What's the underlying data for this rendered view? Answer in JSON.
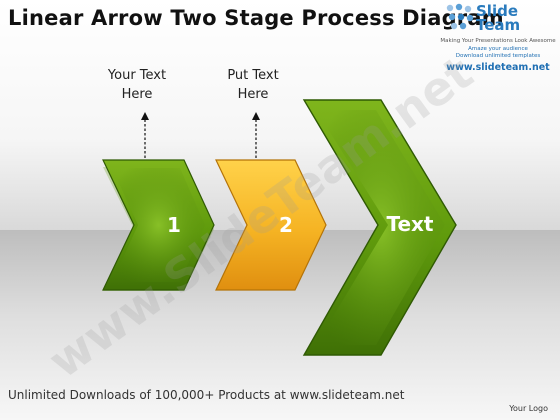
{
  "title": {
    "line": "Linear Arrow Two Stage Process Diagram"
  },
  "logo": {
    "brand_line1": "Slide",
    "brand_line2": "Team",
    "tagline1": "Making Your Presentations Look Awesome",
    "tagline2": "Amaze your audience",
    "tagline3": "Download unlimited templates",
    "url": "www.slideteam.net"
  },
  "labels": {
    "label1_line1": "Your Text",
    "label1_line2": "Here",
    "label2_line1": "Put Text",
    "label2_line2": "Here"
  },
  "arrows": [
    {
      "text": "1",
      "color": "#5f9a0c"
    },
    {
      "text": "2",
      "color": "#f5b323"
    },
    {
      "text": "Text",
      "color": "#5f9a0c"
    }
  ],
  "watermark": "www.SlideTeam.net",
  "footer": "Unlimited Downloads of 100,000+ Products at www.slideteam.net",
  "your_logo": "Your Logo"
}
